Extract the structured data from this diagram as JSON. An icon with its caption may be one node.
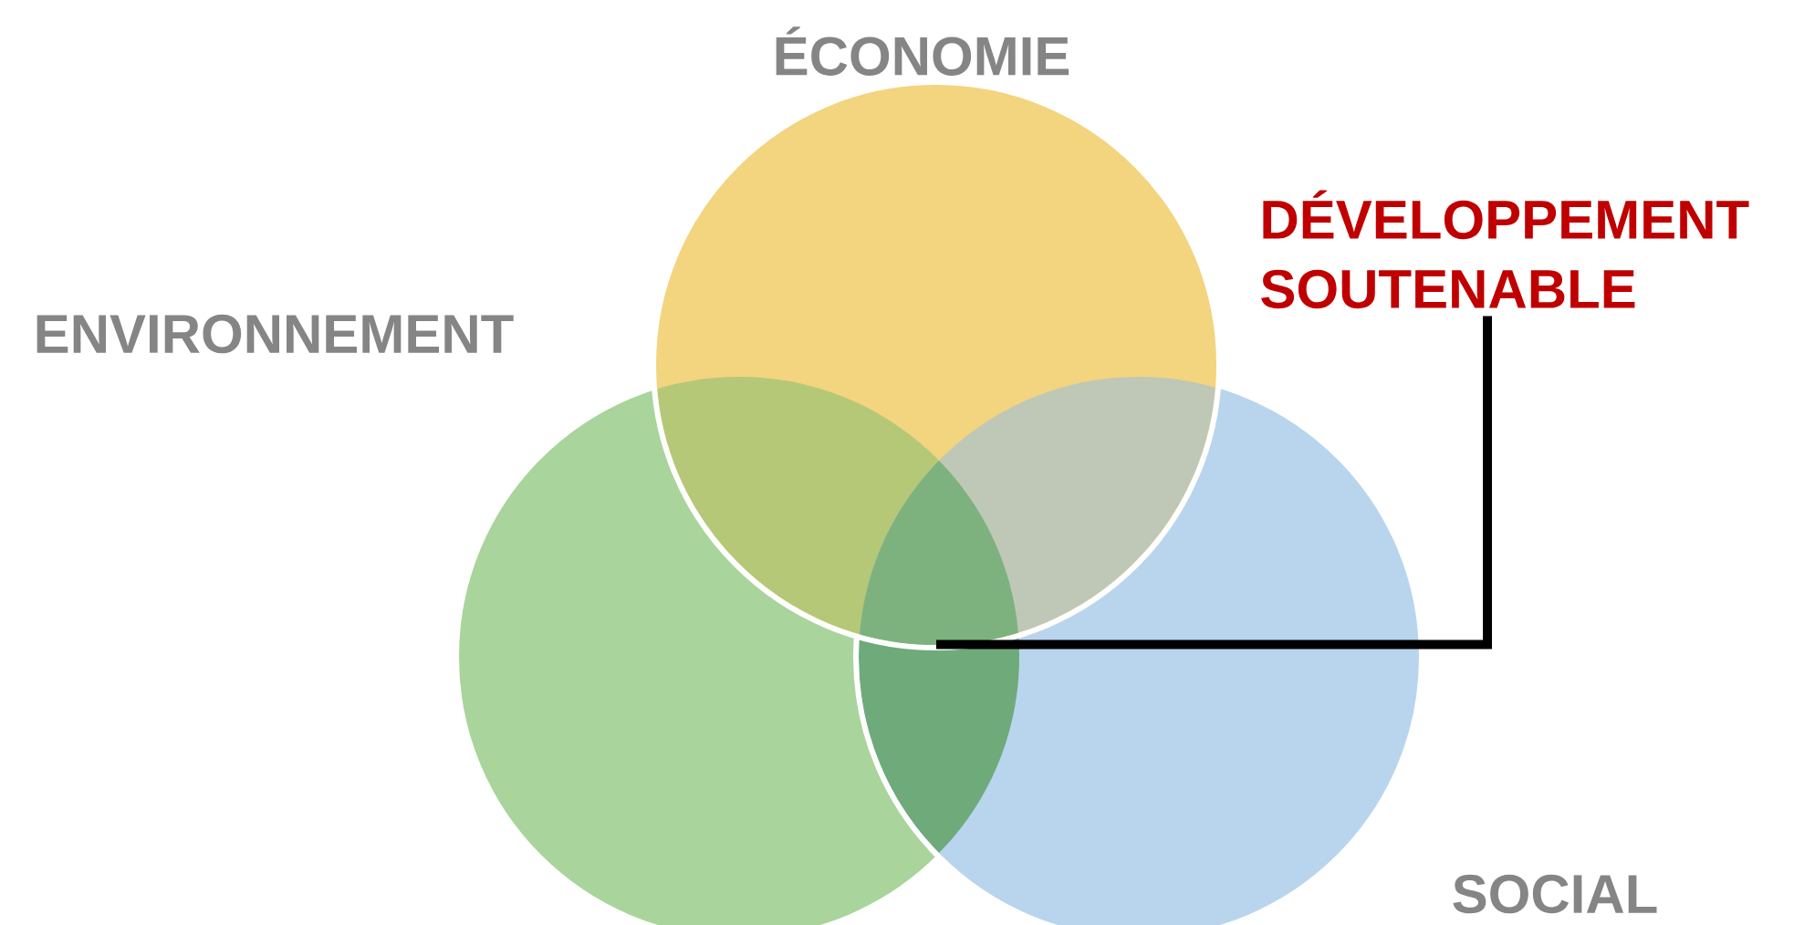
{
  "diagram": {
    "nodes": [
      {
        "text": [
          "ÉCONOMIE"
        ]
      },
      {
        "text": [
          "ENVIRONNEMENT"
        ]
      },
      {
        "text": [
          "SOCIAL"
        ]
      },
      {
        "text": [
          "DÉVELOPPEMENT SOUTENABLE"
        ]
      },
      {
        "text": [],
        "shape": "lens"
      }
    ],
    "edges": [
      {
        "from": 3,
        "to": 4,
        "arrow": "none"
      }
    ]
  }
}
